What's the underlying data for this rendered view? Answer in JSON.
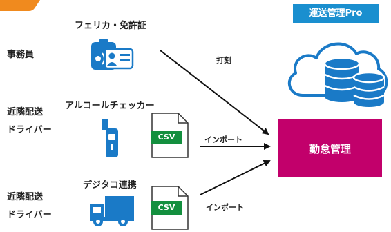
{
  "roles": {
    "office_staff": "事務員",
    "driver_1": [
      "近隣配送",
      "ドライバー"
    ],
    "driver_2": [
      "近隣配送",
      "ドライバー"
    ]
  },
  "devices": {
    "felica_label": "フェリカ・免許証",
    "alcohol_label": "アルコールチェッカー",
    "tacho_label": "デジタコ連携"
  },
  "files": {
    "csv_1": "CSV",
    "csv_2": "CSV"
  },
  "edges": {
    "stamp": "打刻",
    "import_1": "インポート",
    "import_2": "インポート"
  },
  "system": {
    "name": "運送管理Pro"
  },
  "target": {
    "label": "勤怠管理"
  },
  "colors": {
    "system_badge": "#1a8fcf",
    "target_box": "#c2006b",
    "csv_tag": "#138f3e",
    "icon_blue": "#1a7ac7",
    "top_tab": "#f08a1e"
  },
  "icons": [
    "felica-card-icon",
    "alcohol-checker-icon",
    "truck-icon",
    "csv-file-icon",
    "cloud-database-icon"
  ]
}
